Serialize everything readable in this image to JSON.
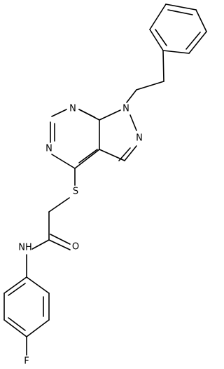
{
  "molecule": {
    "atoms": [
      {
        "id": "N1",
        "label": "N"
      },
      {
        "id": "N2",
        "label": "N"
      },
      {
        "id": "N3",
        "label": "N"
      },
      {
        "id": "N4",
        "label": "N"
      },
      {
        "id": "S",
        "label": "S"
      },
      {
        "id": "O",
        "label": "O"
      },
      {
        "id": "NH",
        "label": "NH"
      },
      {
        "id": "F",
        "label": "F"
      }
    ]
  },
  "colors": {
    "background": "#ffffff",
    "bond": "#000000",
    "label": "#000000"
  }
}
